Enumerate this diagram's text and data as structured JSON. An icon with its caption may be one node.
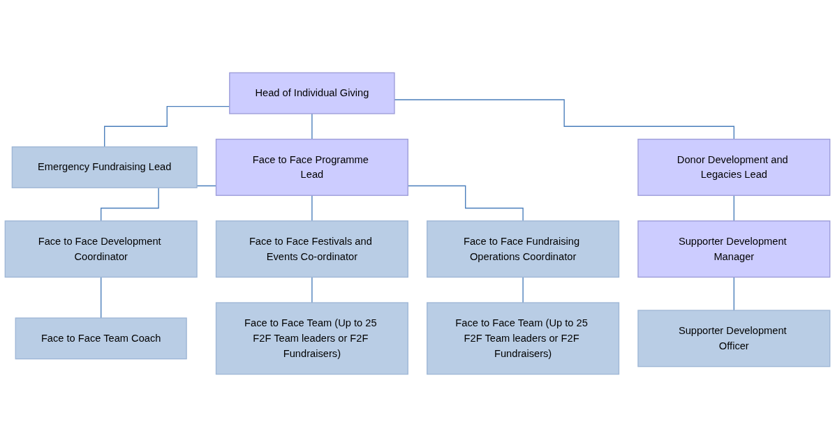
{
  "diagram": {
    "nodes": [
      {
        "text": [
          "Head of Individual Giving"
        ]
      },
      {
        "text": [
          "Emergency Fundraising Lead"
        ]
      },
      {
        "text": [
          "Face to Face Programme Lead"
        ]
      },
      {
        "text": [
          "Donor Development and Legacies Lead"
        ]
      },
      {
        "text": [
          "Supporter Development Manager"
        ]
      },
      {
        "text": [
          "Face to Face Development Coordinator"
        ]
      },
      {
        "text": [
          "Face to Face Festivals and Events Co-ordinator"
        ]
      },
      {
        "text": [
          "Face to Face Fundraising Operations Coordinator"
        ]
      },
      {
        "text": [
          "Supporter Development Officer"
        ]
      },
      {
        "text": [
          "Face to Face Team Coach"
        ]
      },
      {
        "text": [
          "Face to Face Team (Up to 25 F2F Team leaders or F2F Fundraisers)"
        ]
      },
      {
        "text": [
          "Face to Face Team (Up to 25 F2F Team leaders or F2F Fundraisers)"
        ]
      }
    ],
    "edges": [
      {
        "from": 0,
        "to": 1,
        "arrow": "none"
      },
      {
        "from": 0,
        "to": 2,
        "arrow": "none"
      },
      {
        "from": 0,
        "to": 3,
        "arrow": "none"
      },
      {
        "from": 3,
        "to": 4,
        "arrow": "none"
      },
      {
        "from": 2,
        "to": 5,
        "arrow": "none"
      },
      {
        "from": 2,
        "to": 6,
        "arrow": "none"
      },
      {
        "from": 2,
        "to": 7,
        "arrow": "none"
      },
      {
        "from": 4,
        "to": 8,
        "arrow": "none"
      },
      {
        "from": 5,
        "to": 9,
        "arrow": "none"
      },
      {
        "from": 6,
        "to": 10,
        "arrow": "none"
      },
      {
        "from": 7,
        "to": 11,
        "arrow": "none"
      }
    ]
  }
}
